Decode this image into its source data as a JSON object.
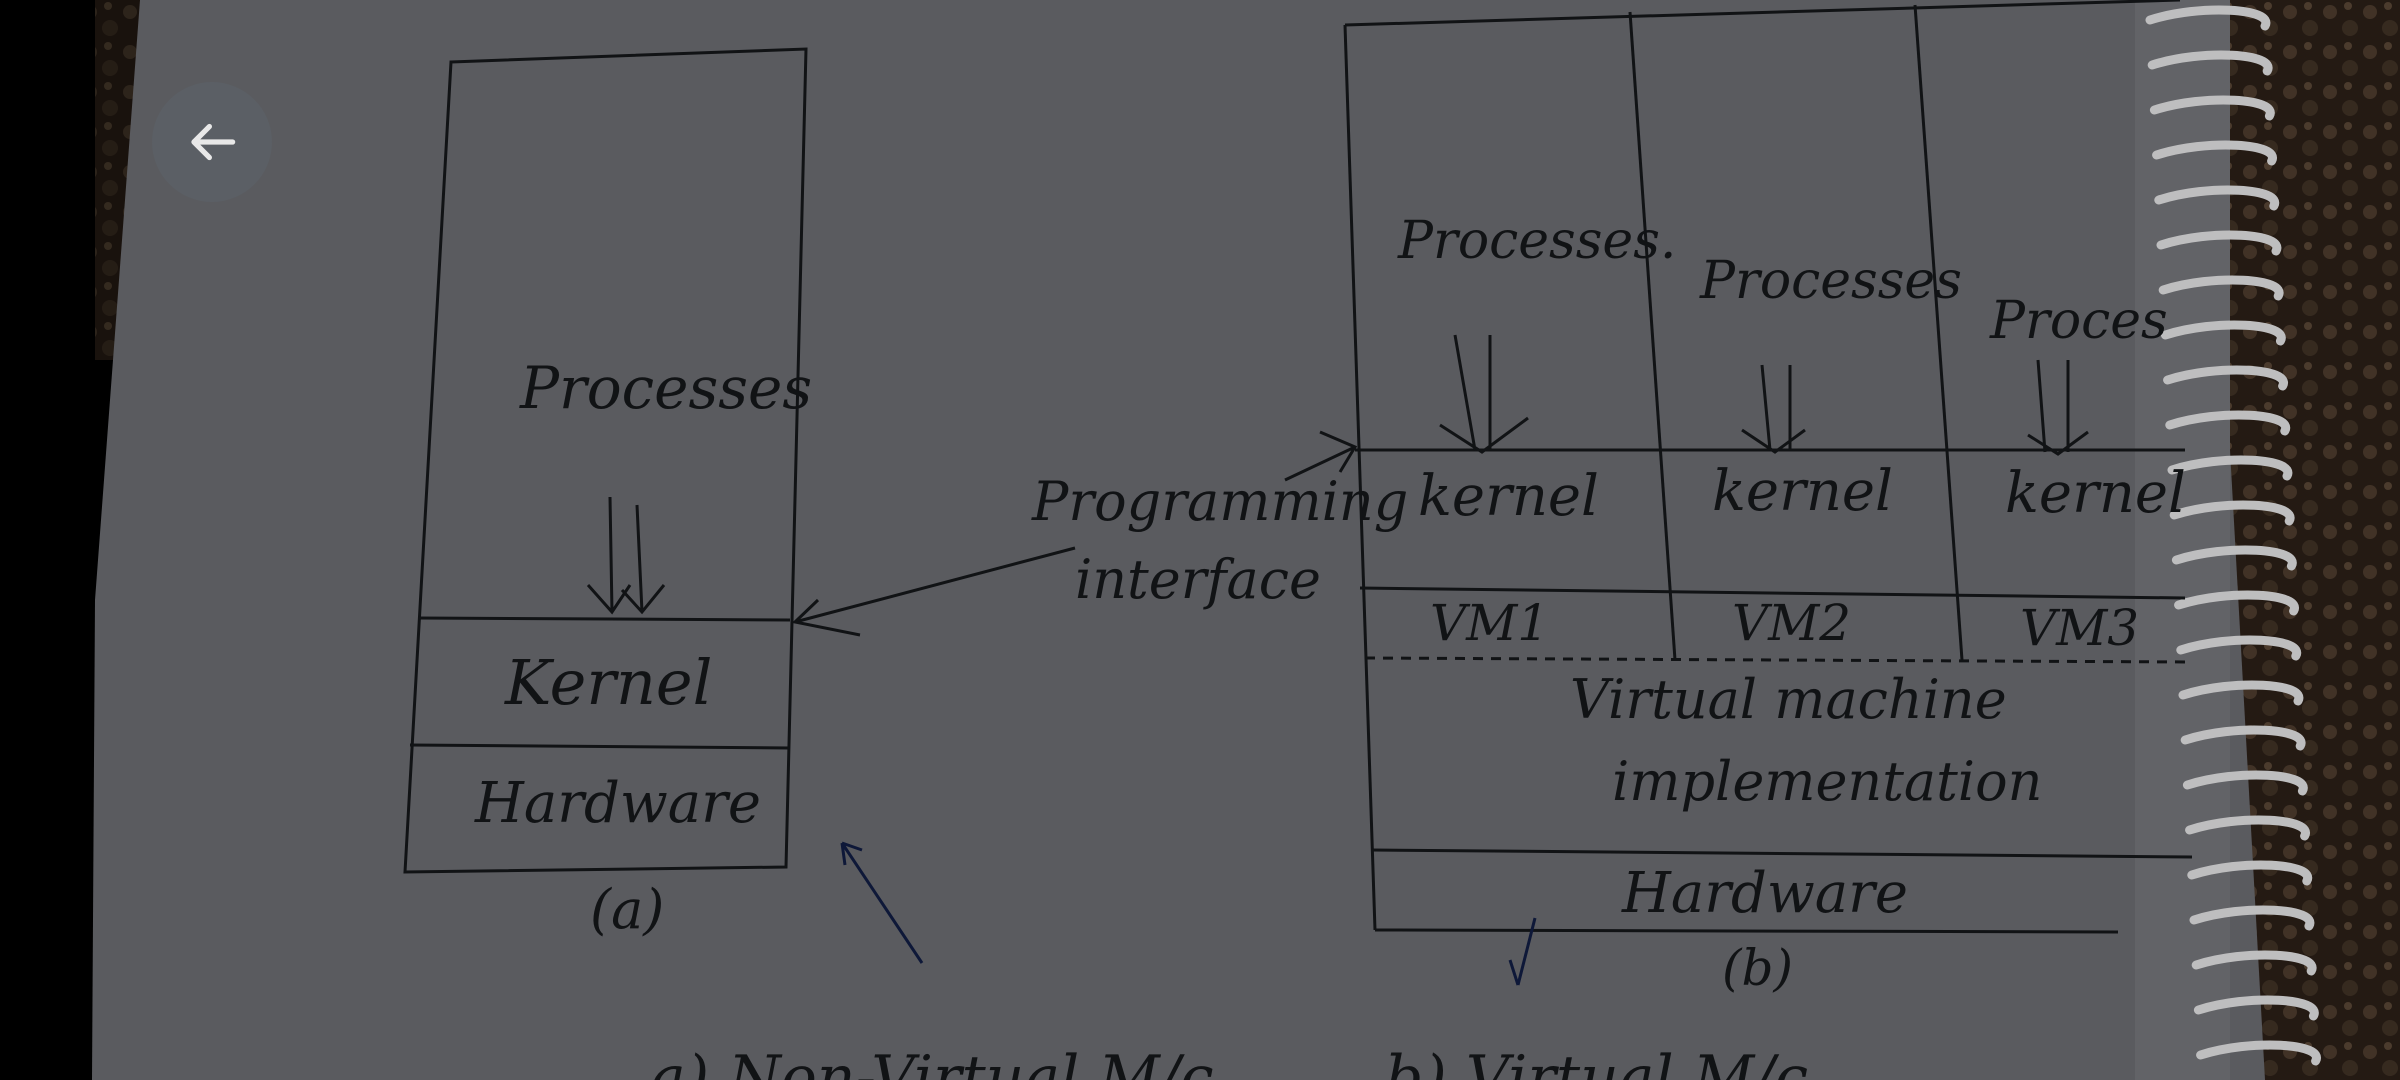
{
  "viewer": {
    "back_icon": "arrow-left-icon",
    "button_color": "#5c6066",
    "background": "#000000"
  },
  "note": {
    "paper_color": "#67686d",
    "ink_color": "#141619",
    "left": {
      "processes": "Processes",
      "kernel": "Kernel",
      "hardware": "Hardware",
      "caption": "(a)"
    },
    "programming_interface": {
      "line1": "Programming",
      "line2": "interface"
    },
    "right": {
      "columns": [
        {
          "processes": "Processes.",
          "kernel": "kernel",
          "vm": "VM1"
        },
        {
          "processes": "Processes",
          "kernel": "kernel",
          "vm": "VM2"
        },
        {
          "processes": "Proces",
          "kernel": "kernel",
          "vm": "VM3"
        }
      ],
      "vm_impl_line1": "Virtual machine",
      "vm_impl_line2": "implementation",
      "hardware": "Hardware",
      "caption": "(b)"
    },
    "bottom_captions": {
      "left": "a) Non-Virtual M/c",
      "right": "b) Virtual M/c"
    }
  }
}
